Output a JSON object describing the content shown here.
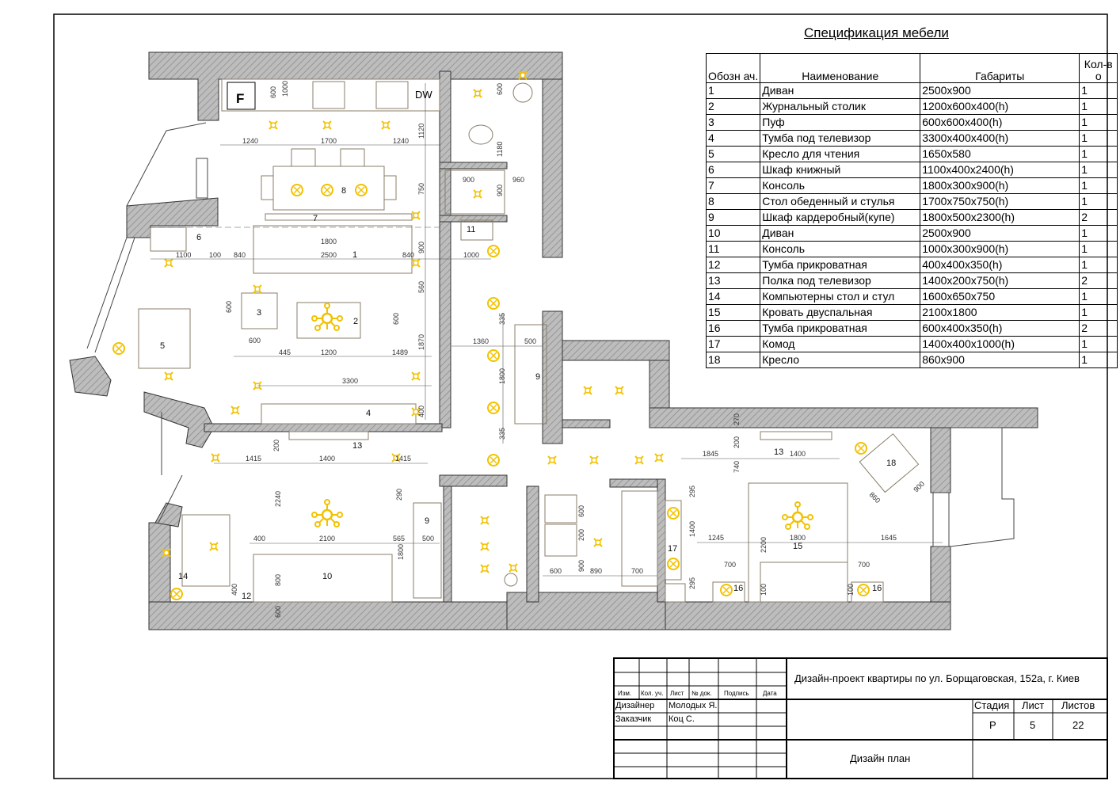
{
  "spec": {
    "title": "Спецификация мебели",
    "headers": [
      "Обозн ач.",
      "Наименование",
      "Габариты",
      "Кол-в о"
    ],
    "rows": [
      [
        "1",
        "Диван",
        "2500x900",
        "1"
      ],
      [
        "2",
        "Журнальный столик",
        "1200x600x400(h)",
        "1"
      ],
      [
        "3",
        "Пуф",
        "600x600x400(h)",
        "1"
      ],
      [
        "4",
        "Тумба под телевизор",
        "3300x400x400(h)",
        "1"
      ],
      [
        "5",
        "Кресло для чтения",
        "1650x580",
        "1"
      ],
      [
        "6",
        "Шкаф книжный",
        "1100x400x2400(h)",
        "1"
      ],
      [
        "7",
        "Консоль",
        "1800x300x900(h)",
        "1"
      ],
      [
        "8",
        "Стол обеденный и стулья",
        "1700x750x750(h)",
        "1"
      ],
      [
        "9",
        "Шкаф кардеробный(купе)",
        "1800x500x2300(h)",
        "2"
      ],
      [
        "10",
        "Диван",
        "2500x900",
        "1"
      ],
      [
        "11",
        "Консоль",
        "1000x300x900(h)",
        "1"
      ],
      [
        "12",
        "Тумба прикроватная",
        "400x400x350(h)",
        "1"
      ],
      [
        "13",
        "Полка под телевизор",
        "1400x200x750(h)",
        "2"
      ],
      [
        "14",
        "Компьютерны стол и стул",
        "1600x650x750",
        "1"
      ],
      [
        "15",
        "Кровать двуспальная",
        "2100x1800",
        "1"
      ],
      [
        "16",
        "Тумба прикроватная",
        "600x400x350(h)",
        "2"
      ],
      [
        "17",
        "Комод",
        "1400x400x1000(h)",
        "1"
      ],
      [
        "18",
        "Кресло",
        "860x900",
        "1"
      ]
    ]
  },
  "title_block": {
    "project": "Дизайн-проект квартиры по ул. Борщаговская, 152а, г. Киев",
    "cols": [
      "Изм.",
      "Кол. уч.",
      "Лист",
      "№ док.",
      "Подпись",
      "Дата"
    ],
    "designer_role": "Дизайнер",
    "designer_name": "Молодых Я.",
    "client_role": "Заказчик",
    "client_name": "Коц С.",
    "stage_label": "Стадия",
    "sheet_label": "Лист",
    "sheets_label": "Листов",
    "stage": "Р",
    "sheet": "5",
    "sheets": "22",
    "drawing_name": "Дизайн план"
  },
  "plan": {
    "appliances": {
      "fridge": "F",
      "dishwasher": "DW"
    },
    "labels": [
      "1",
      "2",
      "3",
      "4",
      "5",
      "6",
      "7",
      "8",
      "9",
      "9",
      "10",
      "11",
      "12",
      "13",
      "13",
      "14",
      "15",
      "16",
      "16",
      "17",
      "18"
    ],
    "dims": [
      "1240",
      "1700",
      "1240",
      "1120",
      "750",
      "1800",
      "1100",
      "100",
      "840",
      "2500",
      "840",
      "900",
      "1000",
      "560",
      "600",
      "600",
      "600",
      "445",
      "1200",
      "1489",
      "1870",
      "1360",
      "500",
      "335",
      "1800",
      "3300",
      "400",
      "335",
      "200",
      "1415",
      "1400",
      "1415",
      "2240",
      "400",
      "2100",
      "565",
      "500",
      "290",
      "1800",
      "800",
      "400",
      "600",
      "900",
      "960",
      "900",
      "1180",
      "600",
      "1000",
      "600",
      "1845",
      "1400",
      "740",
      "200",
      "270",
      "295",
      "1400",
      "1245",
      "1800",
      "1645",
      "2200",
      "700",
      "700",
      "295",
      "100",
      "100",
      "860",
      "900",
      "600",
      "900",
      "890",
      "700",
      "600",
      "200"
    ]
  },
  "colors": {
    "lamp": "#f2c200",
    "wall": "#9a9a9a"
  }
}
